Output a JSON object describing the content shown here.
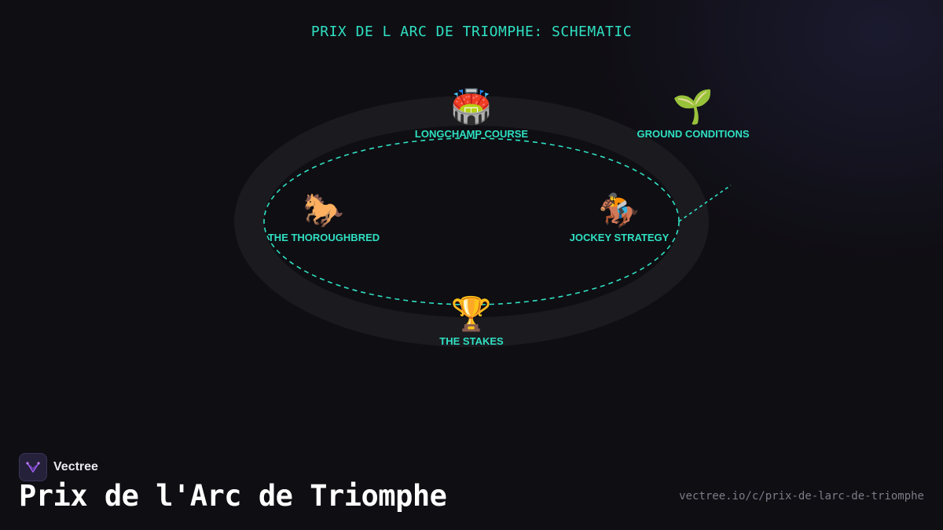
{
  "diagram": {
    "title": "PRIX DE L ARC DE TRIOMPHE: SCHEMATIC",
    "accent_color": "#2fe0c2",
    "nodes": [
      {
        "id": "longchamp",
        "label": "LONGCHAMP COURSE",
        "icon": "🏟️",
        "icon_name": "stadium-icon"
      },
      {
        "id": "ground",
        "label": "GROUND CONDITIONS",
        "icon": "🌱",
        "icon_name": "seedling-icon"
      },
      {
        "id": "thoroughbred",
        "label": "THE THOROUGHBRED",
        "icon": "🐎",
        "icon_name": "horse-icon"
      },
      {
        "id": "jockey",
        "label": "JOCKEY STRATEGY",
        "icon": "🏇",
        "icon_name": "horse-racing-icon"
      },
      {
        "id": "stakes",
        "label": "THE STAKES",
        "icon": "🏆",
        "icon_name": "trophy-icon"
      }
    ]
  },
  "footer": {
    "brand": "Vectree",
    "heading": "Prix de l'Arc de Triomphe",
    "url": "vectree.io/c/prix-de-larc-de-triomphe"
  }
}
